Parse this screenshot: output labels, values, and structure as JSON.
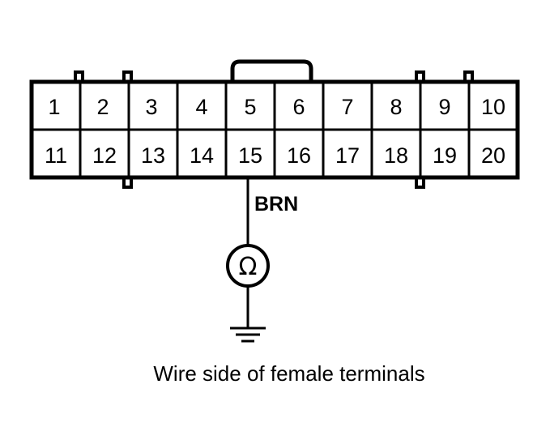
{
  "connector": {
    "top_row": [
      "1",
      "2",
      "3",
      "4",
      "5",
      "6",
      "7",
      "8",
      "9",
      "10"
    ],
    "bottom_row": [
      "11",
      "12",
      "13",
      "14",
      "15",
      "16",
      "17",
      "18",
      "19",
      "20"
    ],
    "tested_terminal": "15"
  },
  "wire": {
    "color_label": "BRN"
  },
  "meter": {
    "symbol": "Ω",
    "icon": "ohmmeter-icon"
  },
  "ground": {
    "icon": "ground-icon"
  },
  "caption": "Wire side of female terminals",
  "colors": {
    "line": "#000000",
    "background": "#ffffff"
  }
}
